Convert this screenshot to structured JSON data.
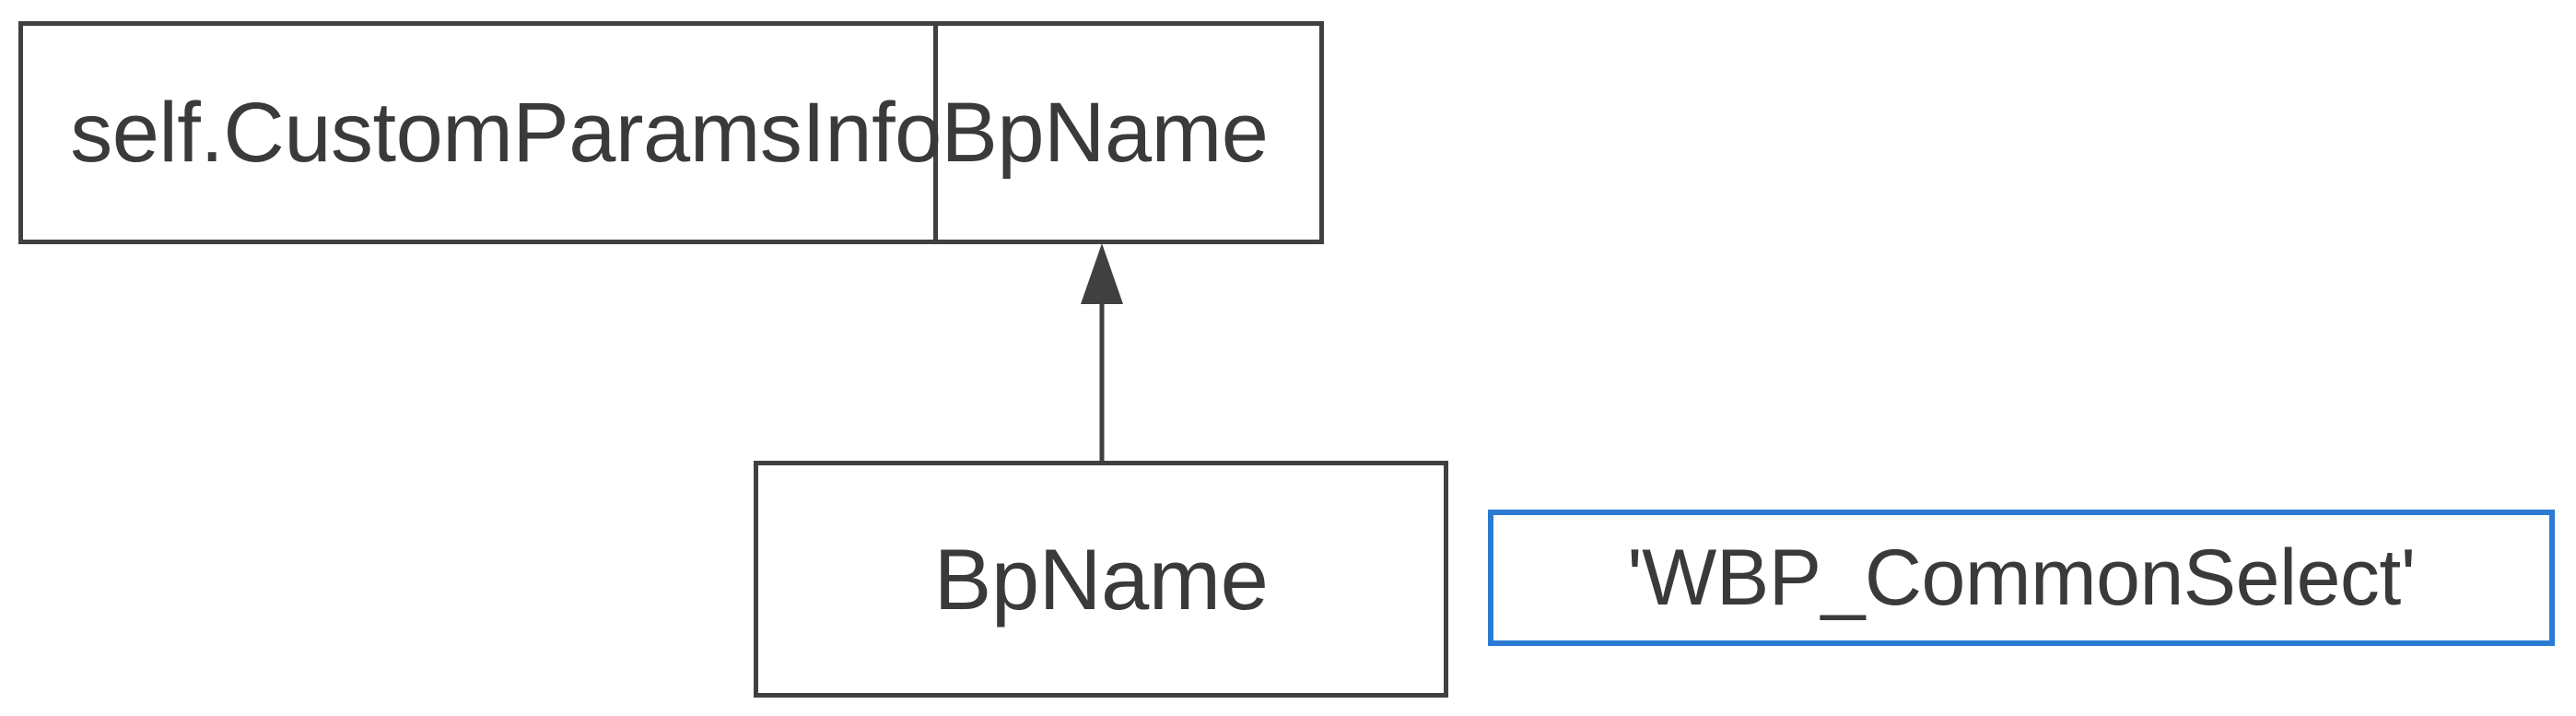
{
  "diagram": {
    "record_node": {
      "cells": [
        {
          "label": "self.CustomParamsInfo"
        },
        {
          "label": "BpName"
        }
      ]
    },
    "child_node": {
      "label": "BpName"
    },
    "value_node": {
      "label": "'WBP_CommonSelect'"
    },
    "edge": {
      "from": "child_node",
      "to": "record_node cell BpName",
      "arrow_direction": "up"
    }
  },
  "colors": {
    "box_border": "#404040",
    "text": "#3a3a3a",
    "value_border": "#2b7bd4",
    "background": "#ffffff"
  }
}
